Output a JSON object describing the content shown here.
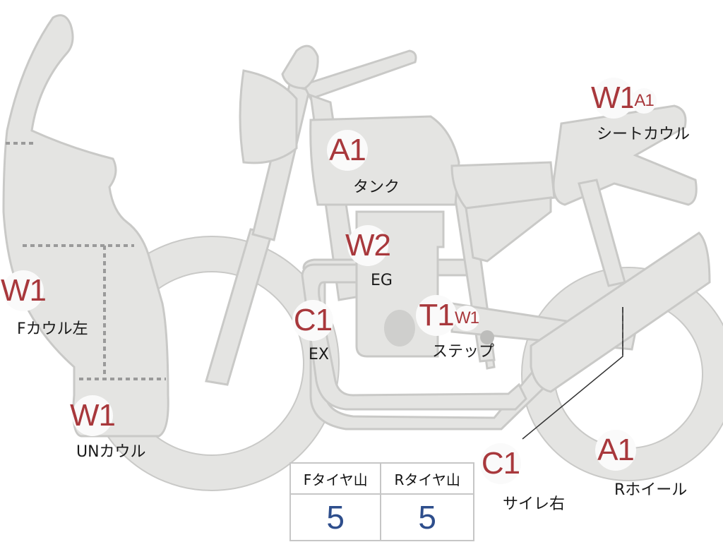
{
  "colors": {
    "body_fill": "#e4e4e2",
    "body_stroke": "#c9c9c7",
    "dash": "#9a9a9a",
    "badge_text": "#a8383c",
    "value_text": "#2e4e8c"
  },
  "badges": [
    {
      "code": "W1",
      "name": "badge-f-cowl-left"
    },
    {
      "code": "W1",
      "name": "badge-under-cowl"
    },
    {
      "code": "A1",
      "name": "badge-tank"
    },
    {
      "code": "W2",
      "name": "badge-engine"
    },
    {
      "code": "C1",
      "name": "badge-exhaust"
    },
    {
      "code": "T1",
      "name": "badge-step"
    },
    {
      "code": "W1",
      "name": "badge-step-secondary"
    },
    {
      "code": "W1",
      "name": "badge-seat-cowl"
    },
    {
      "code": "A1",
      "name": "badge-seat-cowl-secondary"
    },
    {
      "code": "C1",
      "name": "badge-muffler-right"
    },
    {
      "code": "A1",
      "name": "badge-rear-wheel"
    }
  ],
  "labels": {
    "f_cowl_left": "Fカウル左",
    "under_cowl": "UNカウル",
    "tank": "タンク",
    "engine": "EG",
    "exhaust": "EX",
    "step": "ステップ",
    "seat_cowl": "シートカウル",
    "muffler_right": "サイレ右",
    "rear_wheel": "Rホイール"
  },
  "tread_table": {
    "headers": [
      "Fタイヤ山",
      "Rタイヤ山"
    ],
    "values": [
      "5",
      "5"
    ]
  }
}
